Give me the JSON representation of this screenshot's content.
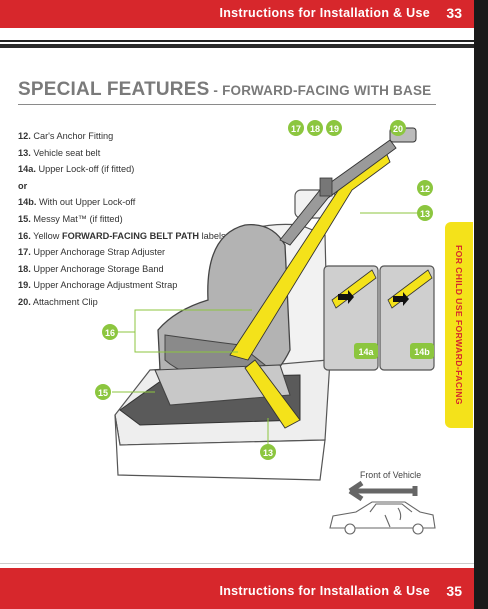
{
  "top_header": {
    "title": "Instructions for Installation & Use",
    "page_number": "33"
  },
  "heading": {
    "main": "SPECIAL FEATURES",
    "separator": " - ",
    "sub": "FORWARD-FACING WITH BASE"
  },
  "legend": [
    {
      "num": "12.",
      "text": "Car's Anchor Fitting"
    },
    {
      "num": "13.",
      "text": "Vehicle seat belt"
    },
    {
      "num": "14a.",
      "text": "Upper Lock-off (if fitted)"
    },
    {
      "or": "or"
    },
    {
      "num": "14b.",
      "text": "With out Upper Lock-off"
    },
    {
      "num": "15.",
      "text": "Messy Mat™ (if fitted)"
    },
    {
      "num": "16.",
      "text_pre": "Yellow ",
      "text_bold": "FORWARD-FACING BELT PATH",
      "text_post": " labels"
    },
    {
      "num": "17.",
      "text": "Upper Anchorage Strap Adjuster"
    },
    {
      "num": "18.",
      "text": "Upper Anchorage Storage Band"
    },
    {
      "num": "19.",
      "text": "Upper Anchorage Adjustment Strap"
    },
    {
      "num": "20.",
      "text": "Attachment Clip"
    }
  ],
  "side_tab": {
    "text": "FOR CHILD USE FORWARD-FACING"
  },
  "callouts": {
    "c17": "17",
    "c18": "18",
    "c19": "19",
    "c20": "20",
    "c12": "12",
    "c13_top": "13",
    "c13_bottom": "13",
    "c16": "16",
    "c15": "15",
    "c14a": "14a",
    "c14b": "14b"
  },
  "front_of_vehicle": "Front of Vehicle",
  "bottom_footer": {
    "title": "Instructions for Installation & Use",
    "page_number": "35"
  },
  "colors": {
    "brand_red": "#d7272c",
    "callout_green": "#8cc63f",
    "belt_yellow": "#f4e21a",
    "seat_gray": "#9a9a9a"
  }
}
